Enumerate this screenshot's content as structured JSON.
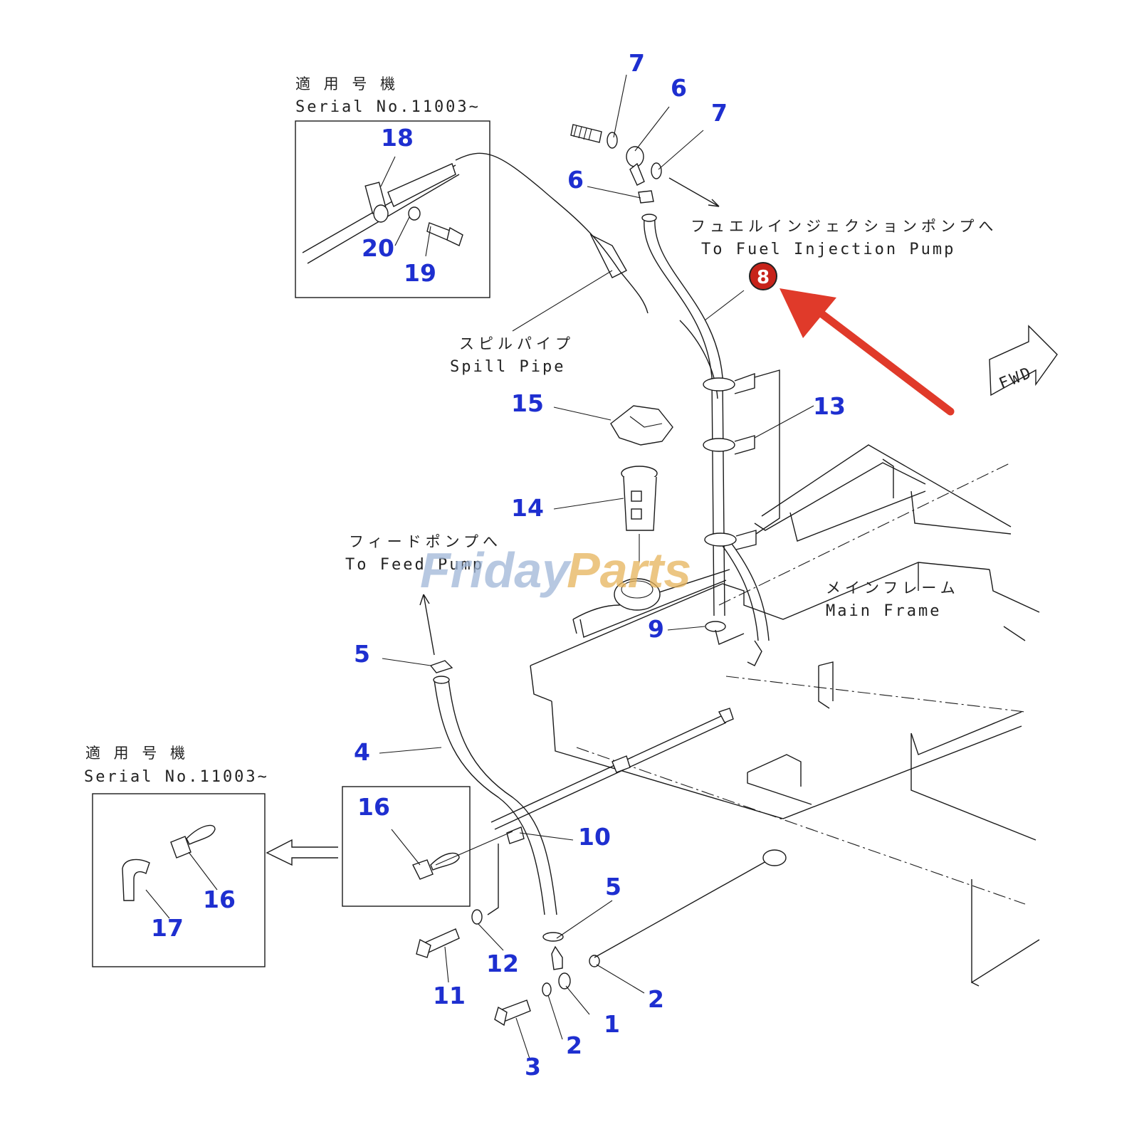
{
  "diagram": {
    "labels": {
      "serial_title_top": "適 用 号 機",
      "serial_no_top": "Serial No.11003~",
      "serial_title_left": "適 用 号 機",
      "serial_no_left": "Serial No.11003~",
      "fuel_pump_jp": "フュエルインジェクションポンプへ",
      "fuel_pump_en": "To Fuel Injection Pump",
      "spill_pipe_jp": "スピルパイプ",
      "spill_pipe_en": "Spill Pipe",
      "feed_pump_jp": "フィードポンプへ",
      "feed_pump_en": "To Feed Pump",
      "main_frame_jp": "メインフレーム",
      "main_frame_en": "Main Frame",
      "fwd": "FWD"
    },
    "callouts": {
      "p7a": "7",
      "p6a": "6",
      "p7b": "7",
      "p6b": "6",
      "p18": "18",
      "p20": "20",
      "p19": "19",
      "p15": "15",
      "p13": "13",
      "p14": "14",
      "p9": "9",
      "p5a": "5",
      "p4": "4",
      "p16a": "16",
      "p10": "10",
      "p5b": "5",
      "p12": "12",
      "p11": "11",
      "p2a": "2",
      "p1": "1",
      "p2b": "2",
      "p3": "3",
      "p16b": "16",
      "p17": "17"
    },
    "highlight": {
      "label": "8",
      "color": "#e03a2a"
    },
    "watermark": {
      "part1": "Friday",
      "part2": "Parts"
    }
  }
}
